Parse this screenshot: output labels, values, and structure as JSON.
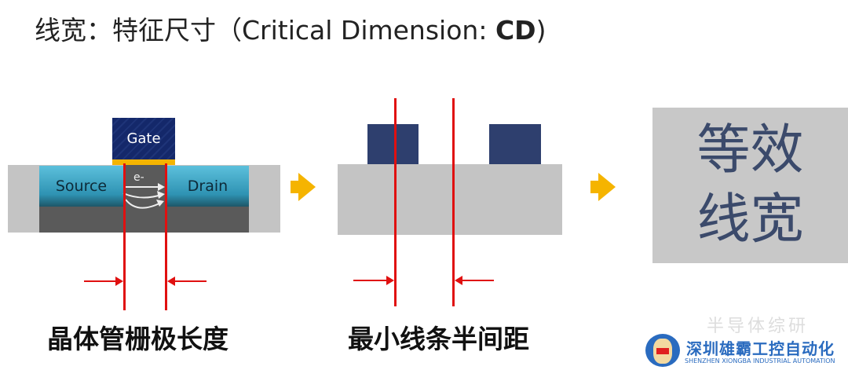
{
  "title": {
    "prefix": "线宽：特征尺寸（Critical Dimension: ",
    "bold": "CD",
    "suffix": ")"
  },
  "diagram1": {
    "gate": "Gate",
    "source": "Source",
    "drain": "Drain",
    "electron": "e-",
    "caption": "晶体管栅极长度"
  },
  "diagram2": {
    "caption": "最小线条半间距"
  },
  "diagram3": {
    "line1": "等效",
    "line2": "线宽"
  },
  "watermark": {
    "text": "半导体综研",
    "logo_cn": "深圳雄霸工控自动化",
    "logo_en": "SHENZHEN XIONGBA INDUSTRIAL AUTOMATION"
  },
  "colors": {
    "red": "#e01010",
    "orange": "#f5b400",
    "navy": "#2e3f6e",
    "gray": "#c8c8c8"
  }
}
